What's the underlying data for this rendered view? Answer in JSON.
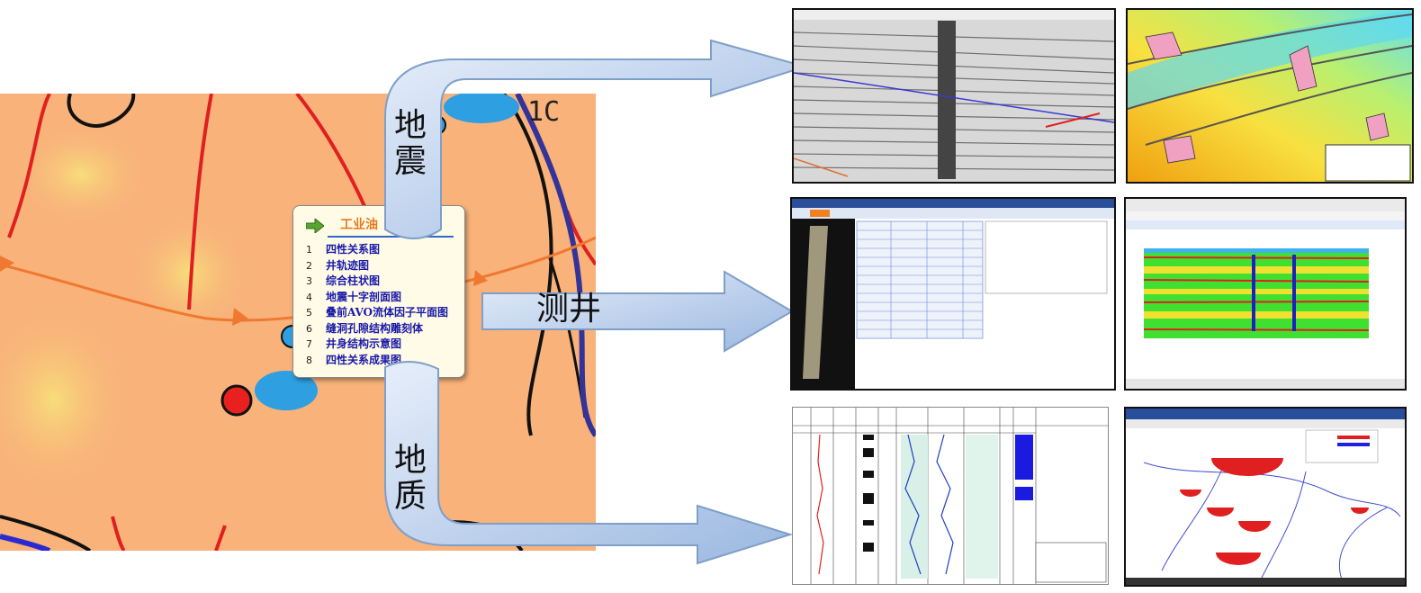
{
  "popup": {
    "title": "工业油",
    "items": [
      {
        "num": "1",
        "label": "四性关系图"
      },
      {
        "num": "2",
        "label": "井轨迹图"
      },
      {
        "num": "3",
        "label": "综合柱状图"
      },
      {
        "num": "4",
        "label": "地震十字剖面图"
      },
      {
        "num": "5",
        "label": "叠前AVO流体因子平面图"
      },
      {
        "num": "6",
        "label": "缝洞孔隙结构雕刻体"
      },
      {
        "num": "7",
        "label": "井身结构示意图"
      },
      {
        "num": "8",
        "label": "四性关系成果图"
      }
    ]
  },
  "map": {
    "well_label": "1C"
  },
  "flows": {
    "seismic": {
      "line1": "地",
      "line2": "震"
    },
    "logging": {
      "label": "测井"
    },
    "geology": {
      "line1": "地",
      "line2": "质"
    }
  },
  "colors": {
    "map_bg": "#f8b27a",
    "arrow_fill": "#b8cdea",
    "arrow_stroke": "#7f9fc9",
    "contour_red": "#e02020",
    "fault_orange": "#f07830",
    "well_blue": "#2e9fe0"
  }
}
